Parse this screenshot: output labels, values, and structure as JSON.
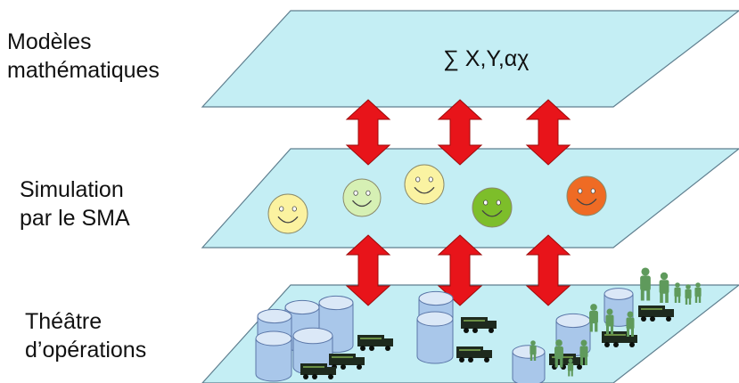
{
  "layers": [
    {
      "label_line1": "Modèles",
      "label_line2": "mathématiques",
      "formula": "∑ X,Y,αχ"
    },
    {
      "label_line1": "Simulation",
      "label_line2": "par le SMA"
    },
    {
      "label_line1": "Théâtre",
      "label_line2": "d’opérations"
    }
  ],
  "colors": {
    "plane_fill": "#c4eef4",
    "plane_stroke": "#5f7f8f",
    "arrow_fill": "#e8141a",
    "arrow_stroke": "#9c0a0a",
    "cylinder": "#a9c7ea",
    "soldier": "#5f9a5c",
    "truck": "#1e2a1e"
  },
  "smileys": [
    "#fbf2a0",
    "#d6f0b4",
    "#faf3a2",
    "#7dbe2a",
    "#ef6b24"
  ],
  "icons": [
    "smiley-icon",
    "cylinder-icon",
    "military-truck-icon",
    "soldier-icon",
    "double-arrow-icon"
  ]
}
